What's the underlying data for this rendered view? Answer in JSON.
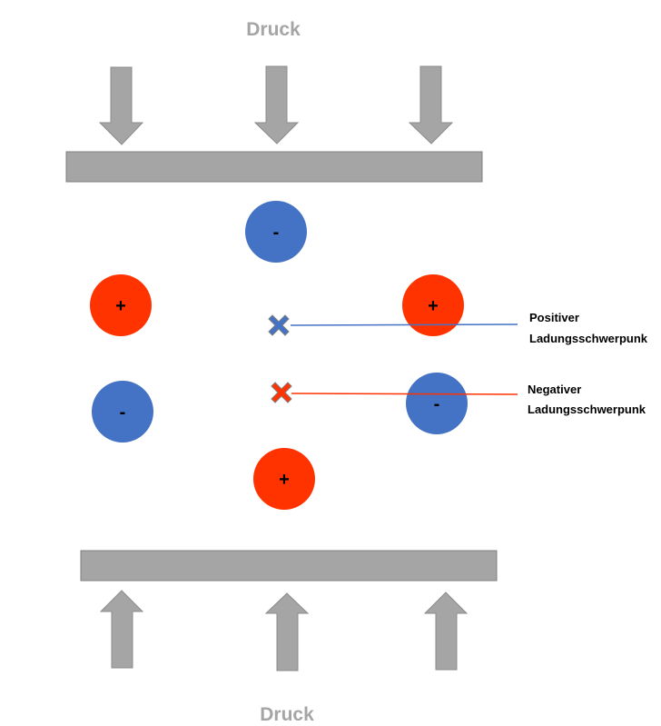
{
  "labels": {
    "top_force": "Druck",
    "bottom_force": "Druck",
    "positive_center": [
      "Positiver",
      "Ladungsschwerpunk"
    ],
    "negative_center": [
      "Negativer",
      "Ladungsschwerpunk"
    ]
  },
  "colors": {
    "plate": "#a5a5a5",
    "plate_border": "#7f7f7f",
    "arrow": "#a5a5a5",
    "positive": "#ff3300",
    "negative": "#4472c4",
    "druck_text": "#a5a5a5"
  },
  "charges": [
    {
      "sign": "-",
      "polarity": "negative"
    },
    {
      "sign": "+",
      "polarity": "positive"
    },
    {
      "sign": "+",
      "polarity": "positive"
    },
    {
      "sign": "-",
      "polarity": "negative"
    },
    {
      "sign": "-",
      "polarity": "negative"
    },
    {
      "sign": "+",
      "polarity": "positive"
    }
  ],
  "markers": [
    {
      "name": "positive-center",
      "polarity": "negative_color"
    },
    {
      "name": "negative-center",
      "polarity": "positive_color"
    }
  ]
}
